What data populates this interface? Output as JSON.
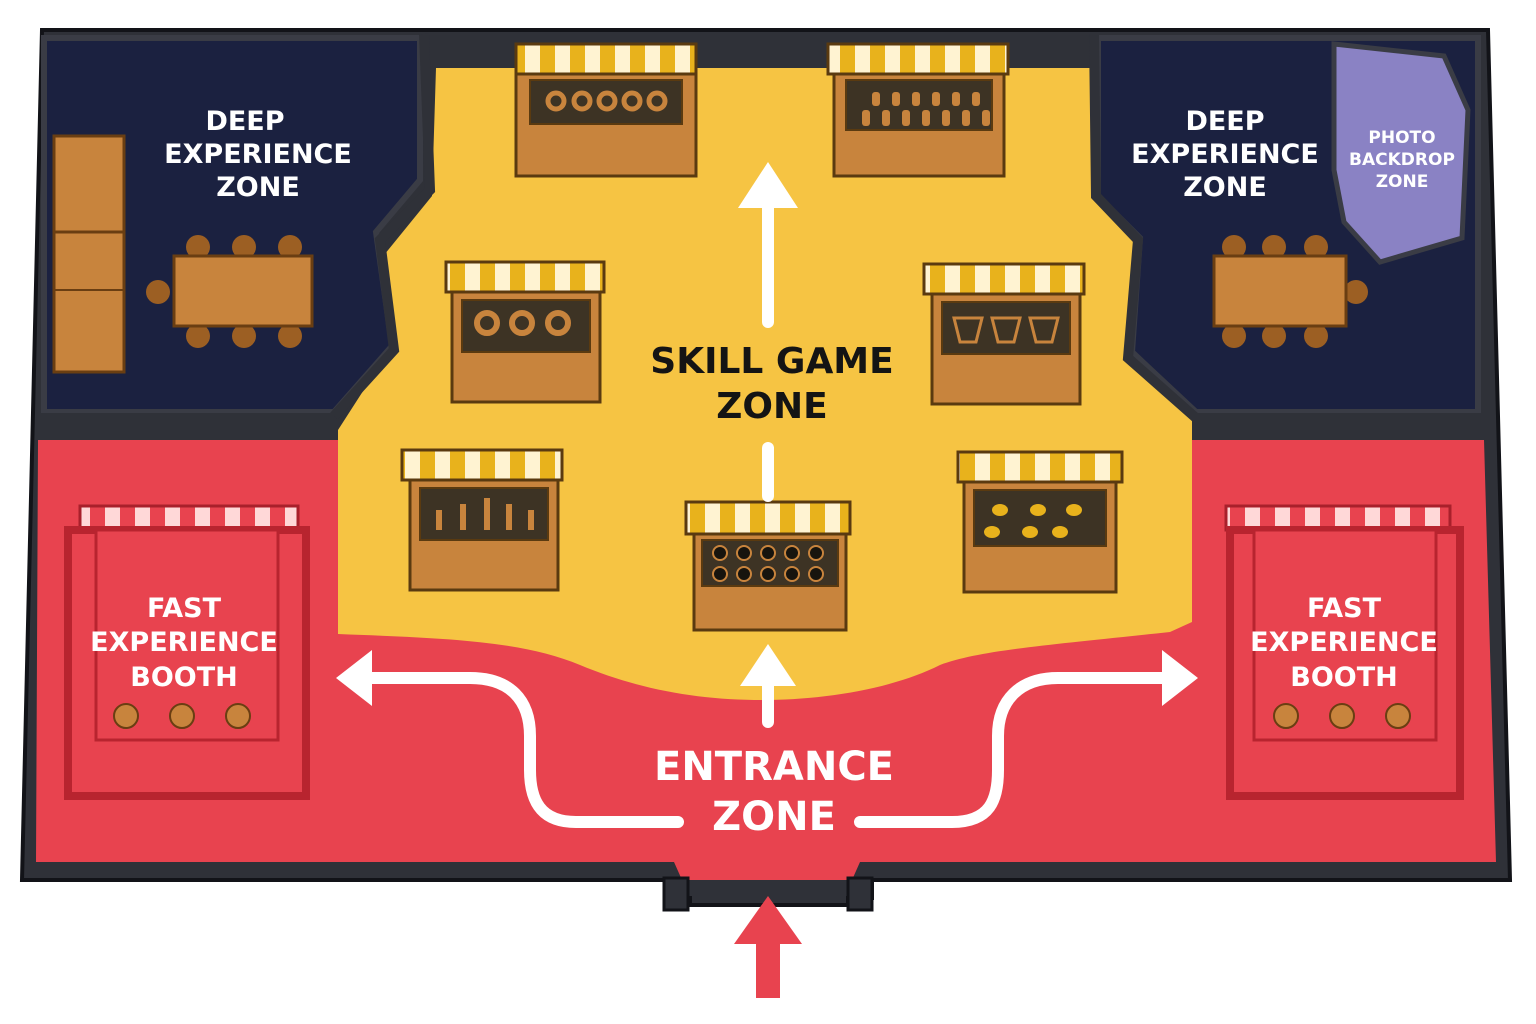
{
  "zones": {
    "deep_left": {
      "line1": "DEEP",
      "line2": "EXPERIENCE",
      "line3": "ZONE"
    },
    "deep_right": {
      "line1": "DEEP",
      "line2": "EXPERIENCE",
      "line3": "ZONE"
    },
    "photo": {
      "line1": "PHOTO",
      "line2": "BACKDROP",
      "line3": "ZONE"
    },
    "skill": {
      "line1": "SKILL GAME",
      "line2": "ZONE"
    },
    "fast_left": {
      "line1": "FAST",
      "line2": "EXPERIENCE",
      "line3": "BOOTH"
    },
    "fast_right": {
      "line1": "FAST",
      "line2": "EXPERIENCE",
      "line3": "BOOTH"
    },
    "entrance": {
      "line1": "ENTRANCE",
      "line2": "ZONE"
    }
  },
  "colors": {
    "deep_zone": "#1b2140",
    "skill_zone": "#f6c443",
    "entrance_zone": "#e8434f",
    "photo_zone": "#8a82c4",
    "wall": "#2f3138",
    "wood": "#c8843d",
    "awning_yellow": "#e8b21c"
  },
  "game_stalls": [
    {
      "name": "ring-toss-stall",
      "icon": "ring-icon"
    },
    {
      "name": "bottle-knockdown-stall",
      "icon": "bottle-icon"
    },
    {
      "name": "hoop-ring-stall",
      "icon": "ring-icon"
    },
    {
      "name": "basketball-stall",
      "icon": "basket-icon"
    },
    {
      "name": "peg-game-stall",
      "icon": "peg-icon"
    },
    {
      "name": "hole-toss-stall",
      "icon": "hole-icon"
    },
    {
      "name": "duck-pond-stall",
      "icon": "duck-icon"
    }
  ]
}
